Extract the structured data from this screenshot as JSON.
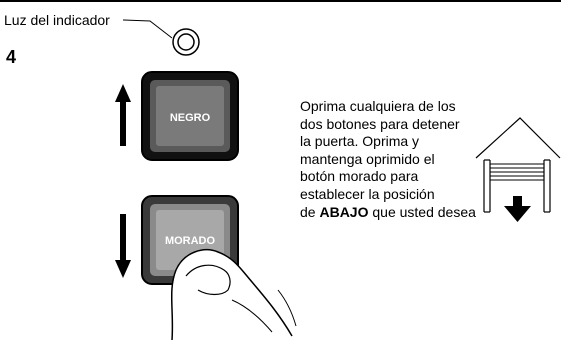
{
  "indicator": {
    "label": "Luz del indicador"
  },
  "step": {
    "number": "4"
  },
  "buttons": {
    "up_label": "NEGRO",
    "down_label": "MORADO"
  },
  "instructions": {
    "lines": [
      "Oprima cualquiera de los",
      "dos botones para detener",
      "la puerta. Oprima y",
      "mantenga oprimido el",
      "botón morado para",
      "establecer la posición"
    ],
    "last_prefix": "de ",
    "last_bold": "ABAJO",
    "last_suffix": " que usted desea"
  },
  "icons": [
    "indicator-light-icon",
    "up-arrow-icon",
    "down-arrow-icon",
    "finger-press-icon",
    "garage-door-down-icon"
  ]
}
